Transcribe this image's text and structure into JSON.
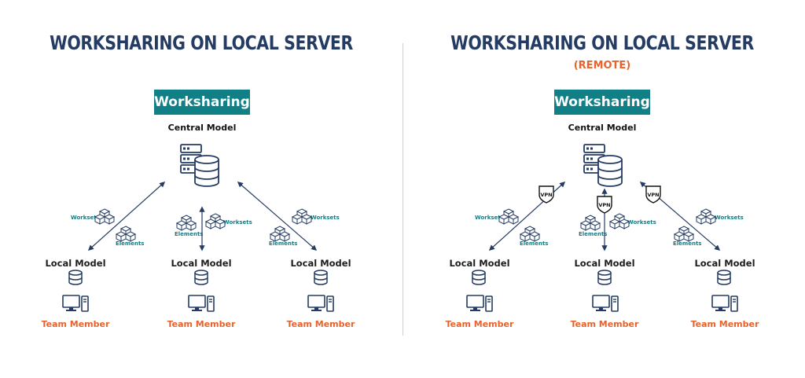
{
  "colors": {
    "navy": "#243b63",
    "orange": "#e8622b",
    "teal": "#117f86"
  },
  "left": {
    "title": "WORKSHARING ON LOCAL SERVER",
    "badge": "Worksharing",
    "central": "Central Model",
    "locals": [
      "Local Model",
      "Local Model",
      "Local Model"
    ],
    "members": [
      "Team Member",
      "Team Member",
      "Team Member"
    ],
    "worksets": "Worksets",
    "elements": "Elements"
  },
  "right": {
    "title": "WORKSHARING ON LOCAL SERVER",
    "subtitle": "(REMOTE)",
    "badge": "Worksharing",
    "central": "Central Model",
    "locals": [
      "Local Model",
      "Local Model",
      "Local Model"
    ],
    "members": [
      "Team Member",
      "Team Member",
      "Team Member"
    ],
    "worksets": "Worksets",
    "elements": "Elements",
    "vpn": "VPN"
  },
  "icons": [
    "server-database-icon",
    "database-icon",
    "desktop-computer-icon",
    "cubes-icon",
    "vpn-shield-icon"
  ]
}
